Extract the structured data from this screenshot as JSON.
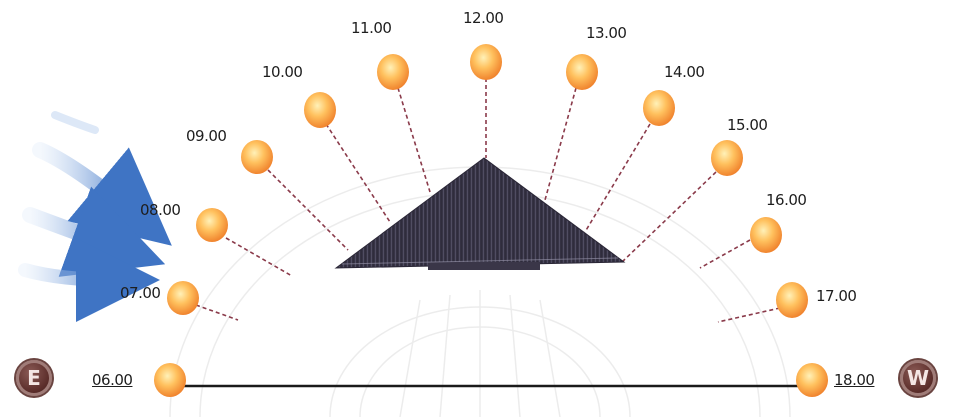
{
  "sun_path": {
    "hours": [
      "06.00",
      "07.00",
      "08.00",
      "09.00",
      "10.00",
      "11.00",
      "12.00",
      "13.00",
      "14.00",
      "15.00",
      "16.00",
      "17.00",
      "18.00"
    ]
  },
  "compass": {
    "east": "E",
    "west": "W"
  },
  "colors": {
    "sun_core": "#ffd27a",
    "sun_edge": "#f08a2c",
    "ray": "#8a3a4a",
    "roof": "#2f2b40",
    "ground_line": "#1a1a1a",
    "wind_arrow": "#4a7fc8"
  }
}
